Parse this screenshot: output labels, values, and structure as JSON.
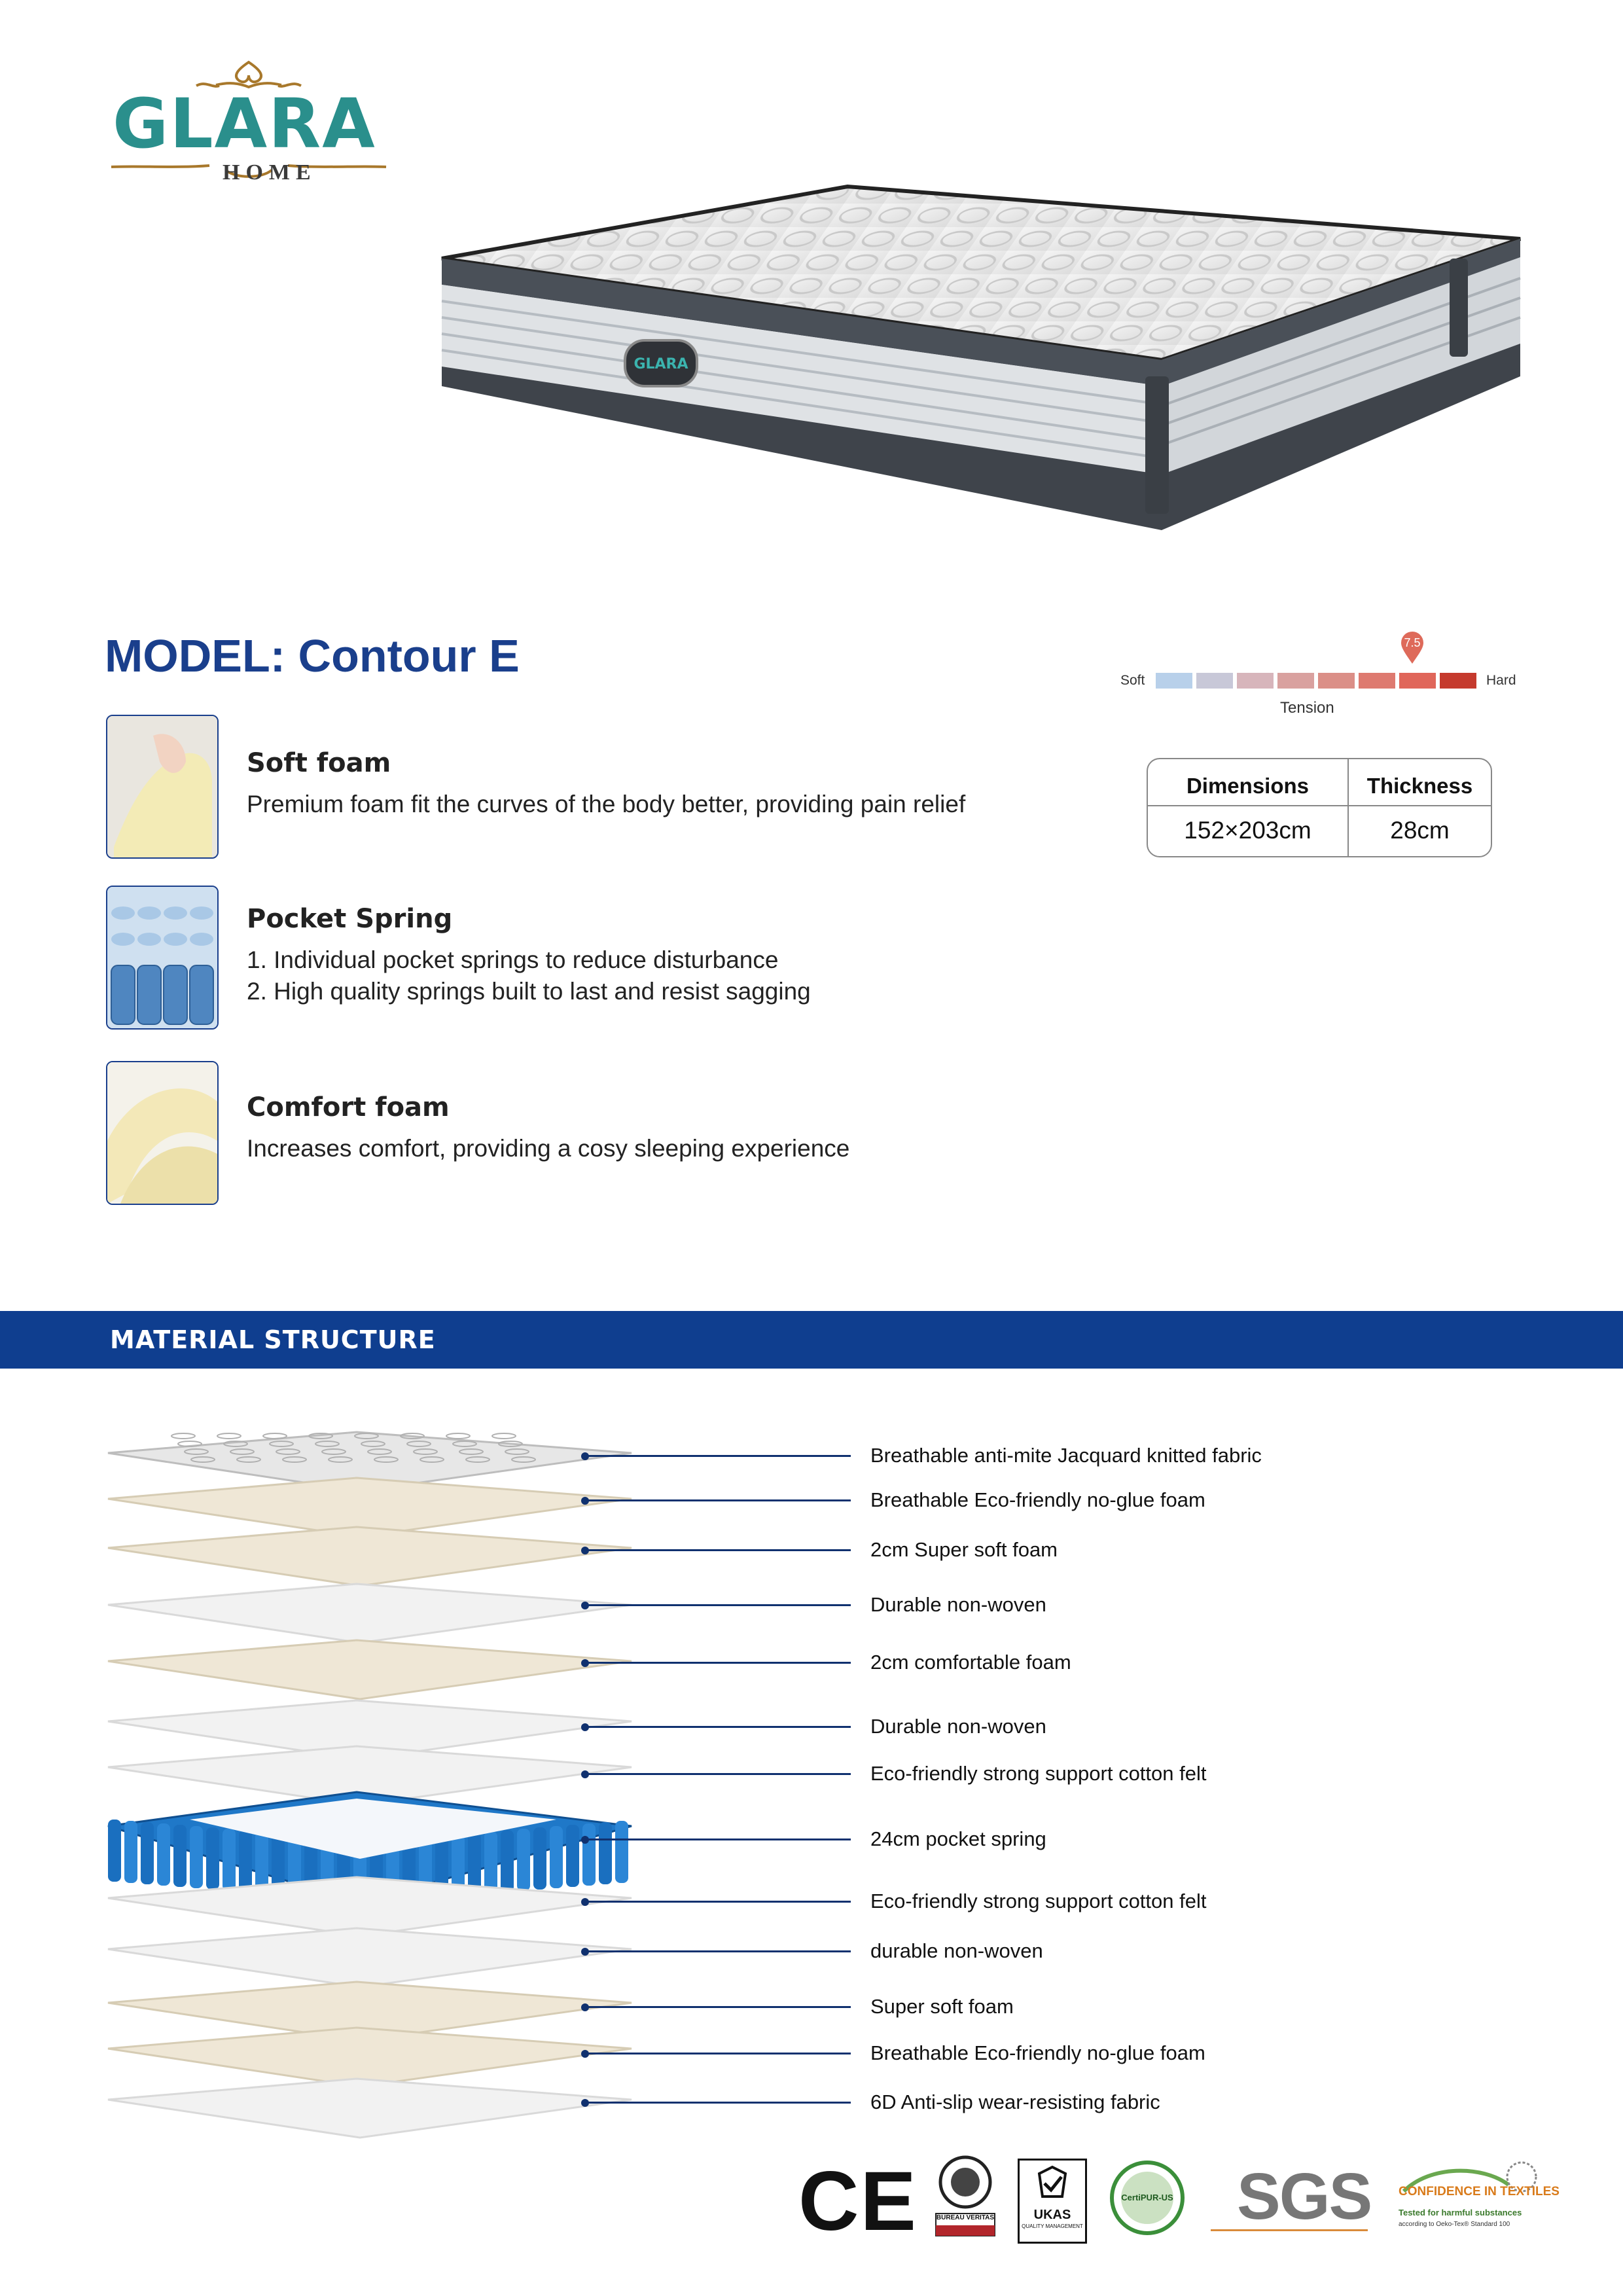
{
  "brand": {
    "name": "GLARA",
    "sub": "HOME"
  },
  "model": {
    "title": "MODEL: Contour E"
  },
  "tension": {
    "soft_label": "Soft",
    "hard_label": "Hard",
    "caption": "Tension",
    "value": "7.5",
    "segments": 8,
    "colors": [
      "#b8d0ea",
      "#c8c8d8",
      "#d7b5bb",
      "#d9a19f",
      "#db8f87",
      "#de7a70",
      "#e0665a",
      "#c53a2d"
    ],
    "level_fraction": 0.8
  },
  "specs": {
    "headers": [
      "Dimensions",
      "Thickness"
    ],
    "values": [
      "152×203cm",
      "28cm"
    ]
  },
  "features": [
    {
      "title": "Soft foam",
      "lines": [
        "Premium foam fit the curves of the body better, providing pain relief"
      ],
      "icon": "soft-foam-photo"
    },
    {
      "title": "Pocket Spring",
      "lines": [
        "1. Individual pocket springs to reduce disturbance",
        "2. High quality springs built to last and resist sagging"
      ],
      "icon": "pocket-spring-photo"
    },
    {
      "title": "Comfort foam",
      "lines": [
        "Increases comfort, providing a cosy sleeping experience"
      ],
      "icon": "comfort-foam-photo"
    }
  ],
  "section": {
    "title": "MATERIAL STRUCTURE"
  },
  "layers": [
    "Breathable anti-mite Jacquard knitted fabric",
    "Breathable Eco-friendly no-glue foam",
    "2cm Super soft foam",
    "Durable non-woven",
    "2cm comfortable foam",
    "Durable non-woven",
    "Eco-friendly strong support cotton felt",
    "24cm pocket spring",
    "Eco-friendly strong support cotton felt",
    "durable non-woven",
    "Super soft foam",
    "Breathable Eco-friendly no-glue foam",
    "6D Anti-slip wear-resisting fabric"
  ],
  "certifications": {
    "ce": "CE",
    "bureau_veritas": "BUREAU VERITAS",
    "ukas": "UKAS",
    "ukas_sub": "QUALITY MANAGEMENT",
    "certipur": "CertiPUR-US",
    "sgs": "SGS",
    "oeko_title": "CONFIDENCE IN TEXTILES",
    "oeko_sub": "Tested for harmful substances",
    "oeko_small": "according to Oeko-Tex® Standard 100"
  },
  "colors": {
    "accent": "#0f3e8f",
    "brand_teal": "#2a8f8c",
    "leader": "#10316f"
  }
}
